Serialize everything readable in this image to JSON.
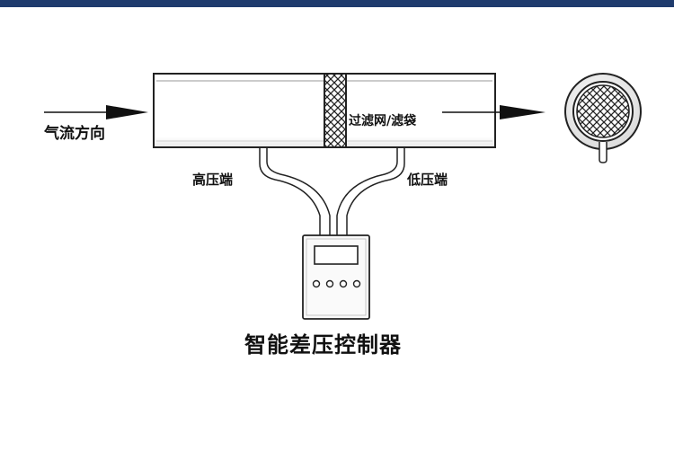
{
  "diagram": {
    "air_flow_label": "气流方向",
    "filter_label": "过滤网/滤袋",
    "high_pressure_label": "高压端",
    "low_pressure_label": "低压端",
    "controller_title": "智能差压控制器"
  },
  "colors": {
    "top_bar": "#1f3b6d",
    "outline": "#222222"
  },
  "icons": [
    "air-flow-arrow-icon",
    "outlet-arrow-icon",
    "filter-mesh-icon",
    "filter-bag-icon"
  ]
}
